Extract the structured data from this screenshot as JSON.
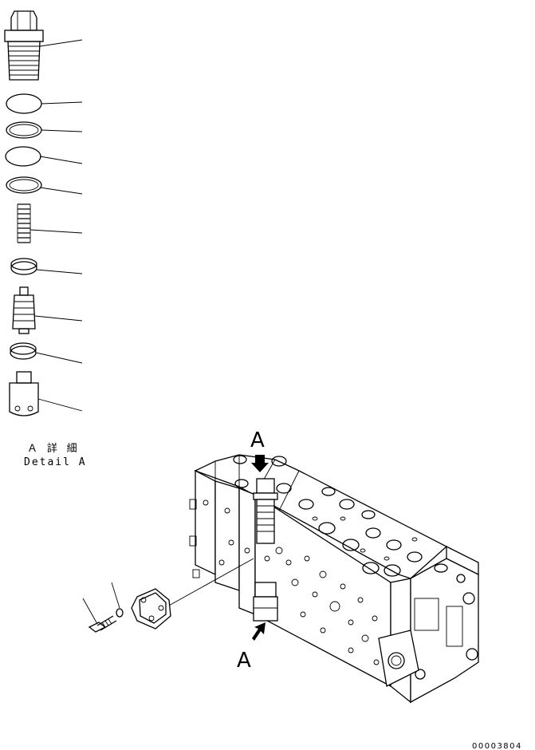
{
  "detail": {
    "title_jp": "Ａ 詳 細",
    "title_en": "Detail A"
  },
  "view_markers": {
    "top": "A",
    "bottom": "A"
  },
  "drawing_number": "00003804"
}
